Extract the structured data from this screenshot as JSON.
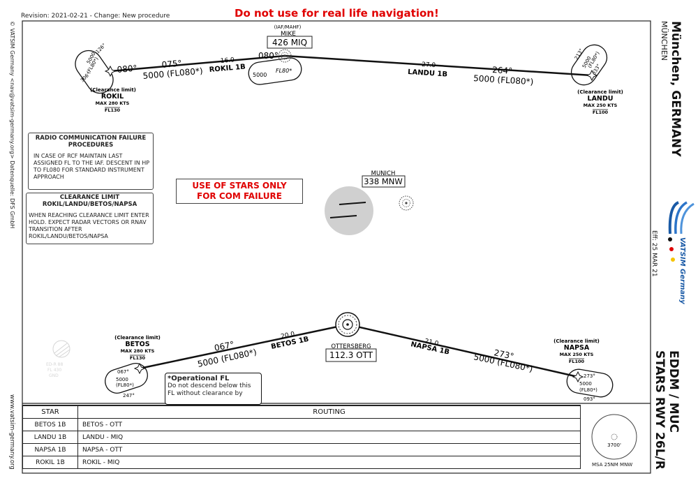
{
  "header": {
    "revision": "Revision: 2021-02-21 - Change: New procedure",
    "warning": "Do not use for real life navigation!"
  },
  "side": {
    "title_city": "München, GERMANY",
    "title_city_sub": "MÜNCHEN",
    "title_airport": "EDDM / MUC",
    "title_proc": "STARS RWY 26L/R",
    "effective": "Eff: 25 MAR 21",
    "copyright": "© VATSIM Germany <nav@vatsim-germany.org> Datenquelle: DFS GmbH",
    "website": "www.vatsim-germany.org",
    "logo_text": "VATSIM Germany"
  },
  "fixes": {
    "mike": {
      "role": "(IAF/MAHF)",
      "name": "MIKE",
      "ident": "426 MIQ"
    },
    "munich": {
      "name": "MUNICH",
      "ident": "338 MNW"
    },
    "ottersberg": {
      "name": "OTTERSBERG",
      "ident": "112.3 OTT"
    },
    "rokil": {
      "tag": "(Clearance limit)",
      "name": "ROKIL",
      "speed": "MAX 280 KTS",
      "fl": "FL130",
      "in_crs": "126°",
      "fl_hold": "(FL80*)",
      "alt_hold": "5000",
      "out_crs": "306°"
    },
    "landu": {
      "tag": "(Clearance limit)",
      "name": "LANDU",
      "speed": "MAX 250 KTS",
      "fl": "FL100",
      "in_crs": "213°",
      "fl_hold": "(FL80*)",
      "alt_hold": "5000",
      "out_crs": "033°"
    },
    "betos": {
      "tag": "(Clearance limit)",
      "name": "BETOS",
      "speed": "MAX 280 KTS",
      "fl": "FL130",
      "in_crs": "067°",
      "fl_hold": "(FL80*)",
      "alt_hold": "5000",
      "out_crs": "247°"
    },
    "napsa": {
      "tag": "(Clearance limit)",
      "name": "NAPSA",
      "speed": "MAX 250 KTS",
      "fl": "FL100",
      "in_crs": "273°",
      "fl_hold": "(FL80*)",
      "alt_hold": "5000",
      "out_crs": "093°"
    }
  },
  "routes": {
    "rokil": {
      "name": "ROKIL 1B",
      "course1": "080°",
      "course2": "075°",
      "alt": "5000 (FL080*)",
      "dist": "16.0"
    },
    "landu": {
      "name": "LANDU 1B",
      "course": "264°",
      "alt": "5000 (FL080*)",
      "dist": "27.0"
    },
    "betos": {
      "name": "BETOS 1B",
      "course": "067°",
      "alt": "5000 (FL080*)",
      "dist": "20.0"
    },
    "napsa": {
      "name": "NAPSA 1B",
      "course": "273°",
      "alt": "5000 (FL080*)",
      "dist": "21.0"
    }
  },
  "mike_hold": {
    "crs": "080°",
    "alt": "5000",
    "fl": "FL80*"
  },
  "boxes": {
    "rcf": {
      "title": "RADIO COMMUNICATION FAILURE PROCEDURES",
      "body": "IN CASE OF RCF MAINTAIN LAST ASSIGNED FL TO THE IAF. DESCENT IN HP TO FL080 FOR STANDARD INSTRUMENT APPROACH"
    },
    "clearance": {
      "title": "CLEARANCE LIMIT ROKIL/LANDU/BETOS/NAPSA",
      "body": "WHEN REACHING CLEARANCE LIMIT ENTER HOLD. EXPECT RADAR VECTORS OR RNAV TRANSITION AFTER ROKIL/LANDU/BETOS/NAPSA"
    },
    "stars_only": "USE OF STARS ONLY FOR COM FAILURE",
    "operational": {
      "title": "*Operational FL",
      "body": "Do not descend below this FL without clearance by"
    },
    "ed_r": [
      "ED-R 88",
      "FL 430",
      "GND"
    ]
  },
  "routing_table": {
    "col_star": "STAR",
    "col_routing": "ROUTING",
    "rows": [
      {
        "star": "BETOS 1B",
        "routing": "BETOS - OTT"
      },
      {
        "star": "LANDU 1B",
        "routing": "LANDU - MIQ"
      },
      {
        "star": "NAPSA 1B",
        "routing": "NAPSA - OTT"
      },
      {
        "star": "ROKIL 1B",
        "routing": "ROKIL - MIQ"
      }
    ]
  },
  "msa": {
    "value": "3700'",
    "label": "MSA 25NM MNW"
  },
  "colors": {
    "warning": "#e00000",
    "logo_blue": "#1a5aa6",
    "airport_gray": "#d0d0d0"
  }
}
